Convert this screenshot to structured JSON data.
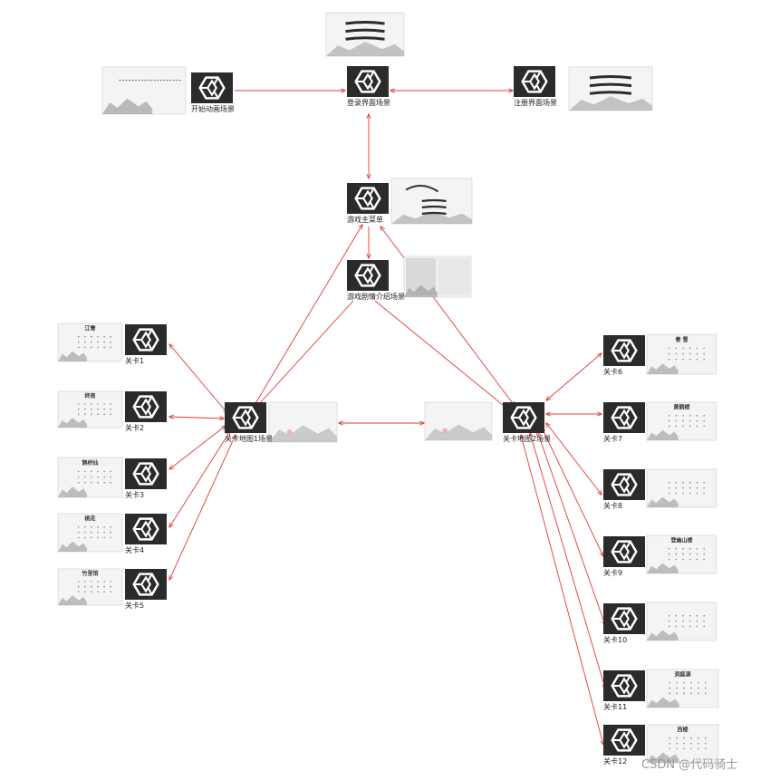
{
  "colors": {
    "edge": "#e03a3a",
    "unity_tile": "#2b2b2b",
    "unity_logo": "#ffffff",
    "ink": "#6f6f6f",
    "label": "#222222"
  },
  "icon": "unity-icon",
  "nodes": {
    "kaishi": {
      "label": "开始动画场景"
    },
    "denglu": {
      "label": "登录界面场景"
    },
    "zhuce": {
      "label": "注册界面场景"
    },
    "zhucaidan": {
      "label": "游戏主菜单"
    },
    "juqing": {
      "label": "游戏剧情介绍场景"
    },
    "ditu1": {
      "label": "关卡地图1场景"
    },
    "ditu2": {
      "label": "关卡地图2场景"
    },
    "level1": {
      "label": "关卡1",
      "thumb_title": "江雪"
    },
    "level2": {
      "label": "关卡2",
      "thumb_title": "终南"
    },
    "level3": {
      "label": "关卡3",
      "thumb_title": "鹊桥仙"
    },
    "level4": {
      "label": "关卡4",
      "thumb_title": "桃花"
    },
    "level5": {
      "label": "关卡5",
      "thumb_title": "竹里馆"
    },
    "level6": {
      "label": "关卡6",
      "thumb_title": "春 雪"
    },
    "level7": {
      "label": "关卡7",
      "thumb_title": "黄鹤楼"
    },
    "level8": {
      "label": "关卡8",
      "thumb_title": ""
    },
    "level9": {
      "label": "关卡9",
      "thumb_title": "登幽山楼"
    },
    "level10": {
      "label": "关卡10",
      "thumb_title": ""
    },
    "level11": {
      "label": "关卡11",
      "thumb_title": "洞庭湖"
    },
    "level12": {
      "label": "关卡12",
      "thumb_title": "西楼"
    }
  },
  "watermark": "CSDN @代码骑士"
}
